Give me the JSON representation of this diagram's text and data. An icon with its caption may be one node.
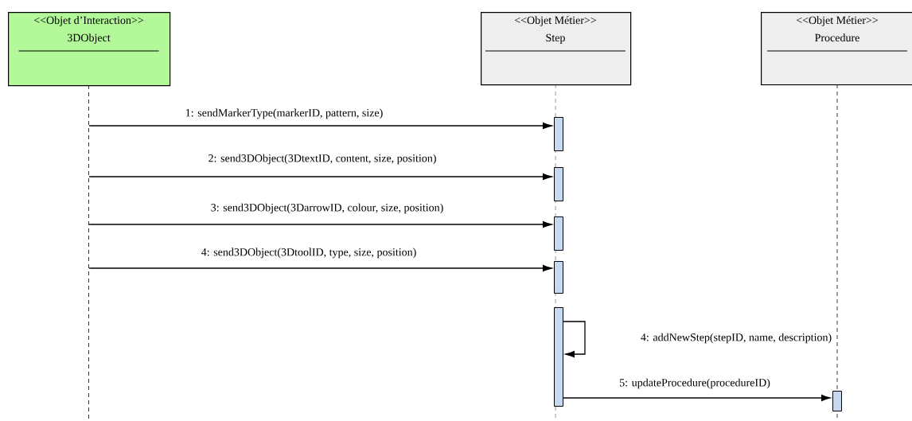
{
  "diagram": {
    "nodes": [
      {
        "text": [
          "<<Objet d’Interaction>>",
          "3DObject"
        ]
      },
      {
        "text": [
          "<<Objet Métier>>",
          "Step"
        ]
      },
      {
        "text": [
          "<<Objet Métier>>",
          "Procedure"
        ]
      },
      {
        "text": [],
        "shape": "bar"
      },
      {
        "text": [],
        "shape": "bar"
      },
      {
        "text": [],
        "shape": "bar"
      },
      {
        "text": [],
        "shape": "bar"
      },
      {
        "text": [],
        "shape": "bar"
      },
      {
        "text": [],
        "shape": "bar"
      }
    ],
    "edges": [
      {
        "from": 0,
        "to": 3,
        "arrow": "to",
        "label": "1: sendMarkerType(markerID, pattern, size)"
      },
      {
        "from": 0,
        "to": 4,
        "arrow": "to",
        "label": "2: send3DObject(3DtextID, content, size, position)"
      },
      {
        "from": 0,
        "to": 5,
        "arrow": "to",
        "label": "3: send3DObject(3DarrowID, colour, size, position)"
      },
      {
        "from": 0,
        "to": 6,
        "arrow": "to",
        "label": "4: send3DObject(3DtoolID, type, size, position)"
      },
      {
        "from": 7,
        "to": 7,
        "arrow": "to",
        "label": "4: addNewStep(stepID, name, description)"
      },
      {
        "from": 7,
        "to": 8,
        "arrow": "to",
        "label": "5: updateProcedure(procedureID)"
      }
    ]
  }
}
